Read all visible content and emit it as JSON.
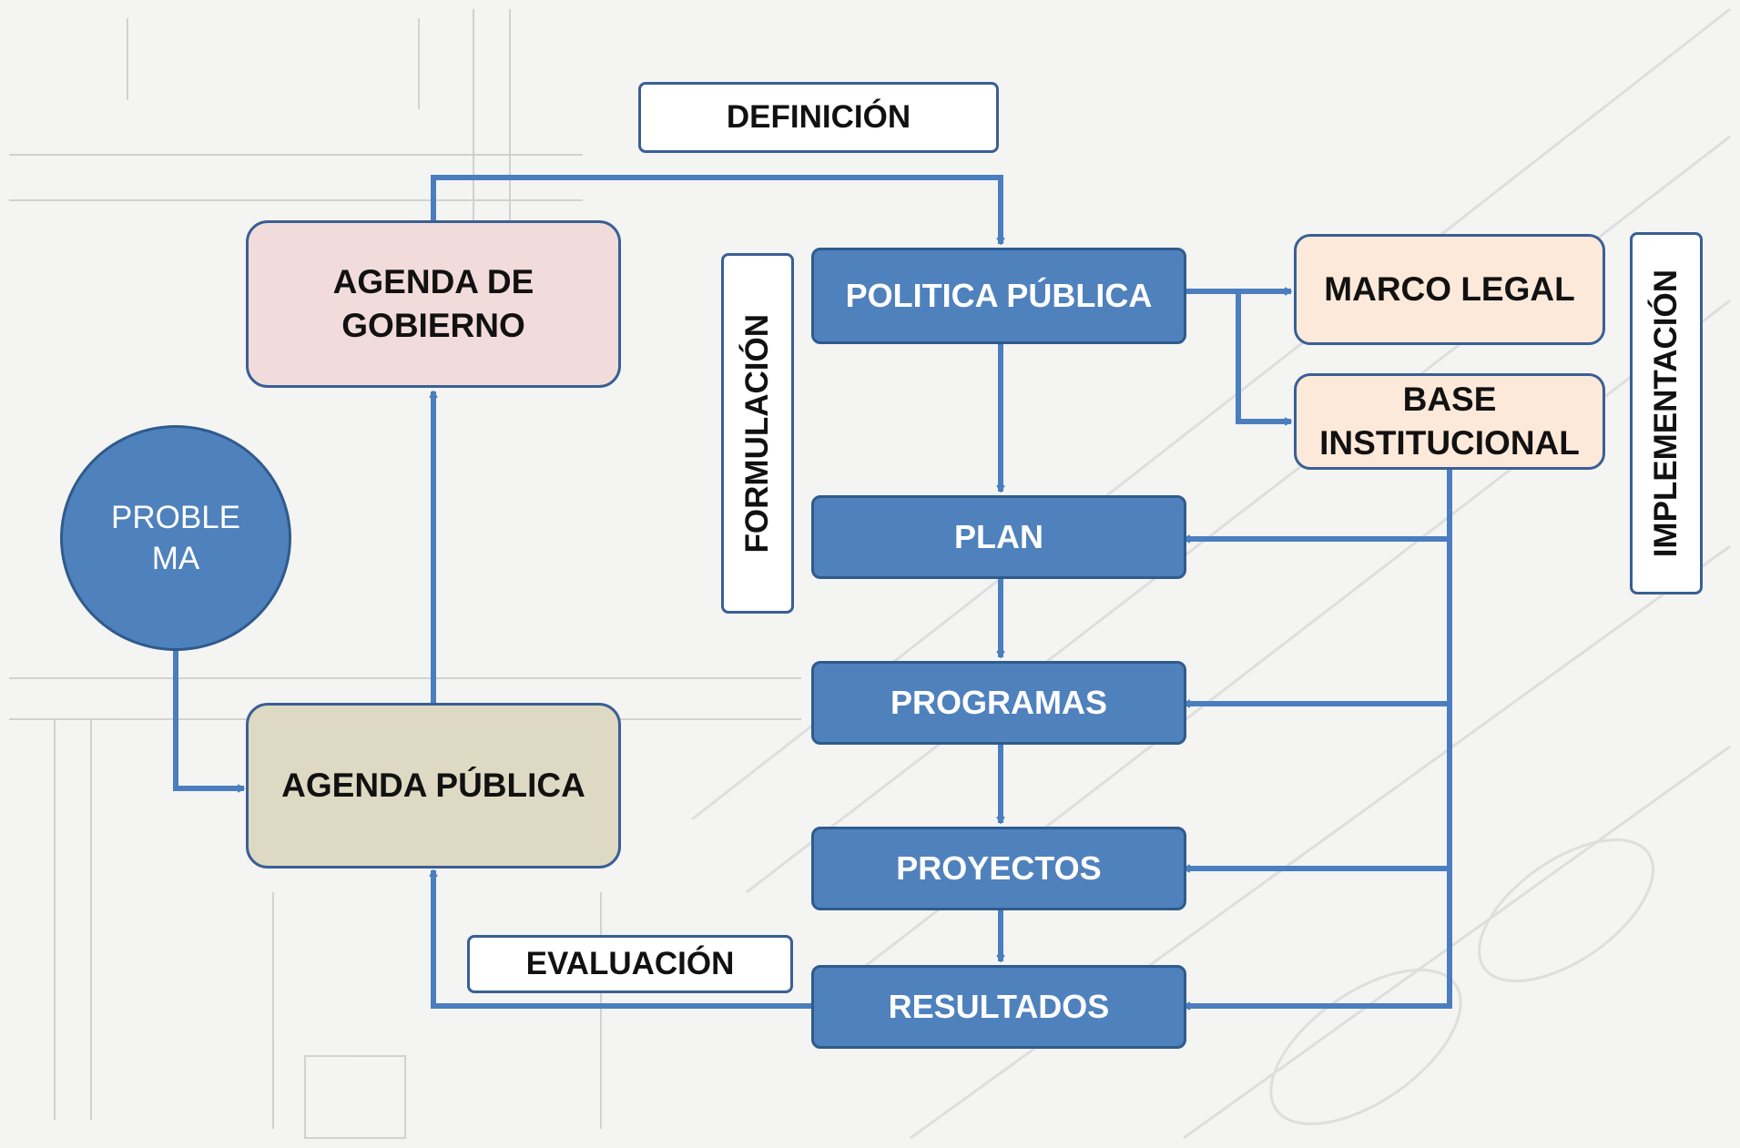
{
  "labels": {
    "definicion": "DEFINICIÓN",
    "formulacion": "FORMULACIÓN",
    "implementacion": "IMPLEMENTACIÓN",
    "evaluacion": "EVALUACIÓN"
  },
  "nodes": {
    "problema": "PROBLE\nMA",
    "agenda_publica": "AGENDA PÚBLICA",
    "agenda_gobierno": "AGENDA DE GOBIERNO",
    "politica_publica": "POLITICA PÚBLICA",
    "marco_legal": "MARCO LEGAL",
    "base_institucional": "BASE INSTITUCIONAL",
    "plan": "PLAN",
    "programas": "PROGRAMAS",
    "proyectos": "PROYECTOS",
    "resultados": "RESULTADOS"
  },
  "colors": {
    "flow_blue": "#4f81bd",
    "arrow": "#4a7ebf",
    "agenda_gobierno_fill": "#f2dcdb",
    "agenda_publica_fill": "#ddd9c3",
    "marco_fill": "#fde9d9"
  }
}
